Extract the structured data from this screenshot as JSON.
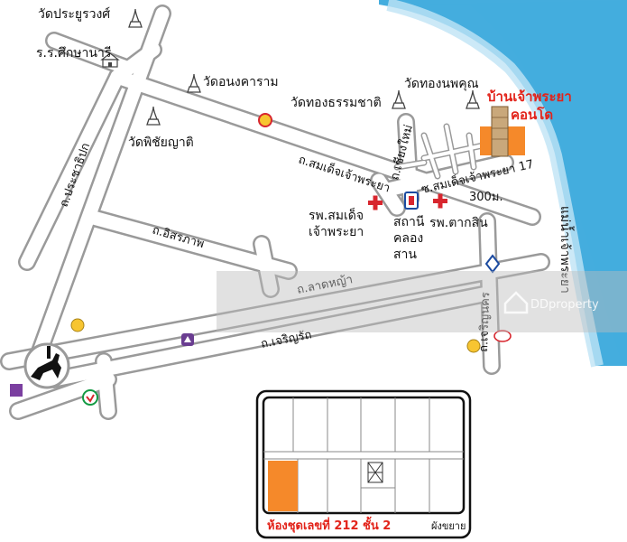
{
  "map": {
    "labels": {
      "wat_prayurawong": "วัดประยูรวงศ์",
      "school_suksanari": "ร.ร.ศึกษานารี",
      "wat_anongkharam": "วัดอนงคาราม",
      "wat_phichaiyat": "วัดพิชัยญาติ",
      "wat_thongthammachat": "วัดทองธรรมชาติ",
      "wat_thongnopphakhun": "วัดทองนพคุณ",
      "hosp_somdet": "รพ.สมเด็จ\nเจ้าพระยา",
      "station_khlongsan": "สถานี\nคลอง\nสาน",
      "hosp_taksin": "รพ.ตากสิน",
      "distance": "300ม.",
      "river": "แม่น้ำเจ้าพระยา",
      "project_line1": "บ้านเจ้าพระยา",
      "project_line2": "คอนโด"
    },
    "roads": {
      "prachathipok": "ถ.ประชาธิปก",
      "somdet_chaophraya": "ถ.สมเด็จเจ้าพระยา",
      "chiangmai": "ถ.เชียงใหม่",
      "soi_somdet_17": "ซ.สมเด็จเจ้าพระยา 17",
      "itsaraphap": "ถ.อิสรภาพ",
      "lat_ya": "ถ.ลาดหญ้า",
      "charoen_rat": "ถ.เจริญรัถ",
      "charoen_nakhon": "ถ.เจริญนคร"
    },
    "watermark": "DDproperty",
    "colors": {
      "river": "#3aa9dc",
      "road_fill": "#ffffff",
      "road_edge": "#9a9a9a",
      "highlight": "#f5892a",
      "title_red": "#e2231a",
      "hospital_red": "#d8262e"
    }
  },
  "floorplan": {
    "caption_main": "ห้องชุดเลขที่ 212 ชั้น 2",
    "caption_note": "ผังขยาย"
  }
}
